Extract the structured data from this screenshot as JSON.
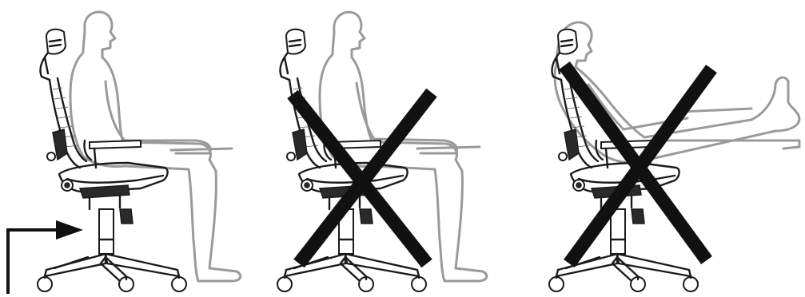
{
  "panels": [
    {
      "id": "correct-posture",
      "status": "correct",
      "crossed": false
    },
    {
      "id": "leaning-forward",
      "status": "incorrect",
      "crossed": true
    },
    {
      "id": "reclined-legs-raised",
      "status": "incorrect",
      "crossed": true
    }
  ],
  "indicator": {
    "type": "arrow",
    "points_to": "seat-height-lever"
  },
  "colors": {
    "chair": "#1b1b1b",
    "person_outline": "#9a9a9a",
    "cross": "#111111",
    "background": "#ffffff"
  }
}
